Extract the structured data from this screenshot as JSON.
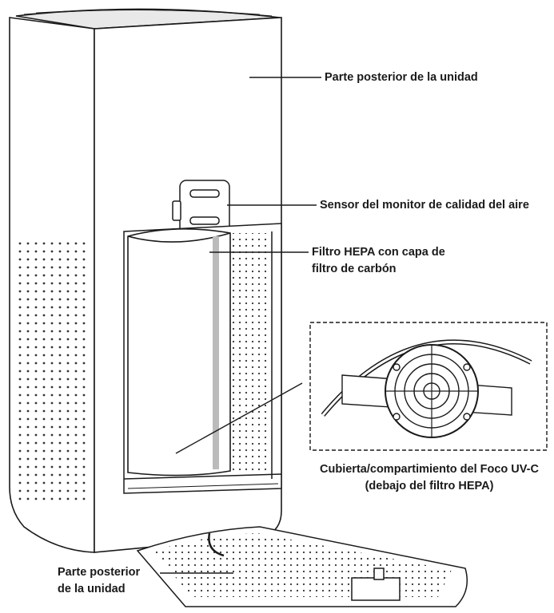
{
  "labels": {
    "back_top": "Parte posterior de la unidad",
    "sensor": "Sensor del monitor de calidad del aire",
    "hepa_line1": "Filtro HEPA con capa de",
    "hepa_line2": "filtro de carbón",
    "uvc_line1": "Cubierta/compartimiento del Foco UV-C",
    "uvc_line2": "(debajo del filtro HEPA)",
    "back_bottom_line1": "Parte posterior",
    "back_bottom_line2": "de la unidad"
  },
  "colors": {
    "line": "#1a1a1a",
    "shade": "#cfcfcf",
    "face": "#ffffff"
  }
}
